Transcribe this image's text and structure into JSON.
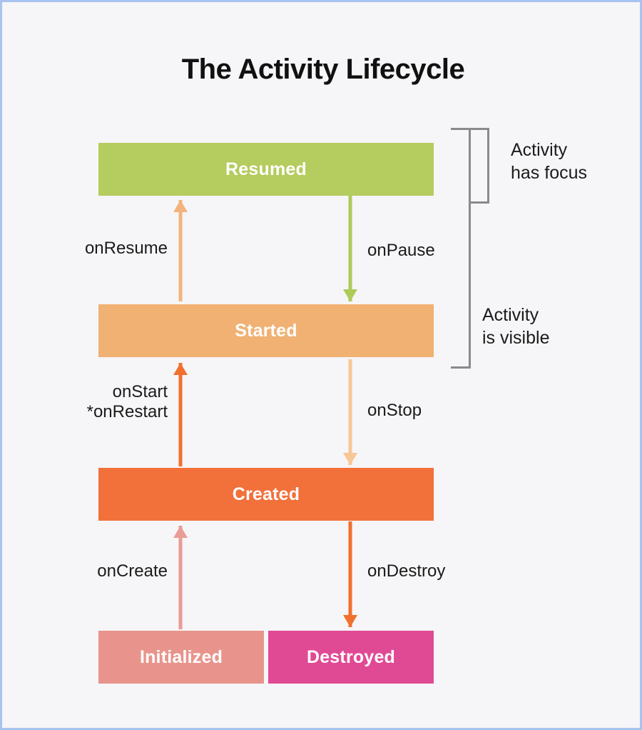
{
  "page": {
    "title": "The Activity Lifecycle",
    "background_color": "#f6f5f7",
    "border_color": "#a8c3ef"
  },
  "states": [
    {
      "id": "resumed",
      "label": "Resumed",
      "color": "#b5cc5e"
    },
    {
      "id": "started",
      "label": "Started",
      "color": "#f0b173"
    },
    {
      "id": "created",
      "label": "Created",
      "color": "#f2703a"
    },
    {
      "id": "initialized",
      "label": "Initialized",
      "color": "#e8948c"
    },
    {
      "id": "destroyed",
      "label": "Destroyed",
      "color": "#e04a94"
    }
  ],
  "transitions": [
    {
      "id": "onresume",
      "label": "onResume",
      "direction": "up",
      "from": "Started",
      "to": "Resumed",
      "color": "#f2b47c"
    },
    {
      "id": "onpause",
      "label": "onPause",
      "direction": "down",
      "from": "Resumed",
      "to": "Started",
      "color": "#aecb58"
    },
    {
      "id": "onstart",
      "label": "onStart\n*onRestart",
      "direction": "up",
      "from": "Created",
      "to": "Started",
      "color": "#f1702f"
    },
    {
      "id": "onstop",
      "label": "onStop",
      "direction": "down",
      "from": "Started",
      "to": "Created",
      "color": "#f7c795"
    },
    {
      "id": "oncreate",
      "label": "onCreate",
      "direction": "up",
      "from": "Initialized",
      "to": "Created",
      "color": "#e99b95"
    },
    {
      "id": "ondestroy",
      "label": "onDestroy",
      "direction": "down",
      "from": "Created",
      "to": "Destroyed",
      "color": "#f1702f"
    }
  ],
  "annotations": [
    {
      "id": "focus",
      "label": "Activity\nhas focus",
      "bracket_color": "#8a8a8a"
    },
    {
      "id": "visible",
      "label": "Activity\nis visible",
      "bracket_color": "#8a8a8a"
    }
  ],
  "chart_data": {
    "type": "diagram",
    "title": "The Activity Lifecycle",
    "nodes": [
      "Resumed",
      "Started",
      "Created",
      "Initialized",
      "Destroyed"
    ],
    "edges": [
      {
        "from": "Started",
        "to": "Resumed",
        "label": "onResume"
      },
      {
        "from": "Resumed",
        "to": "Started",
        "label": "onPause"
      },
      {
        "from": "Created",
        "to": "Started",
        "label": "onStart *onRestart"
      },
      {
        "from": "Started",
        "to": "Created",
        "label": "onStop"
      },
      {
        "from": "Initialized",
        "to": "Created",
        "label": "onCreate"
      },
      {
        "from": "Created",
        "to": "Destroyed",
        "label": "onDestroy"
      }
    ],
    "groupings": [
      {
        "label": "Activity has focus",
        "members": [
          "Resumed"
        ]
      },
      {
        "label": "Activity is visible",
        "members": [
          "Resumed",
          "Started"
        ]
      }
    ]
  }
}
